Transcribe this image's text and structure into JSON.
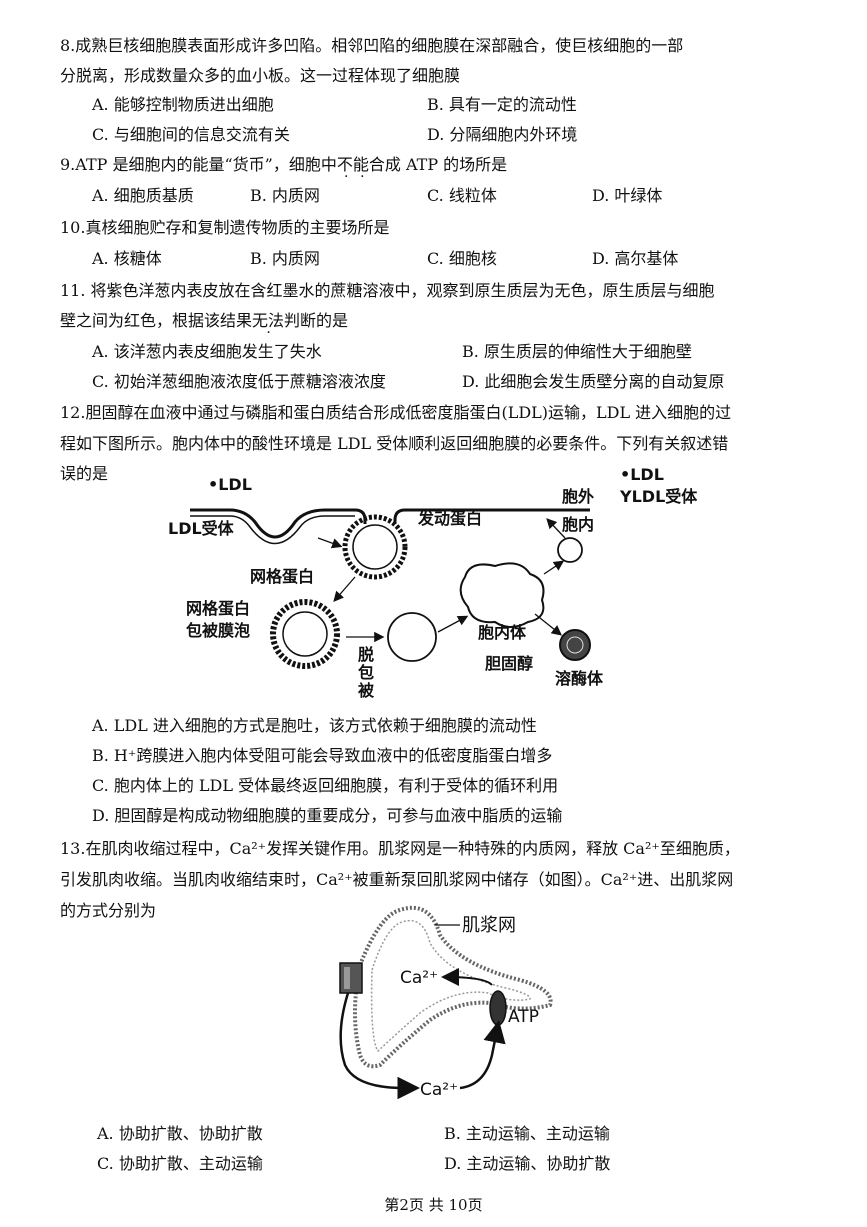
{
  "q8": {
    "stem1": "8.成熟巨核细胞膜表面形成许多凹陷。相邻凹陷的细胞膜在深部融合，使巨核细胞的一部",
    "stem2": "分脱离，形成数量众多的血小板。这一过程体现了细胞膜",
    "A": "A. 能够控制物质进出细胞",
    "B": "B. 具有一定的流动性",
    "C": "C. 与细胞间的信息交流有关",
    "D": "D. 分隔细胞内外环境"
  },
  "q9": {
    "stem_pre": "9.ATP 是细胞内的能量“货币”，细胞中",
    "stem_emph1": "不",
    "stem_emph2": "能",
    "stem_post": "合成 ATP 的场所是",
    "A": "A. 细胞质基质",
    "B": "B. 内质网",
    "C": "C. 线粒体",
    "D": "D. 叶绿体"
  },
  "q10": {
    "stem": "10.真核细胞贮存和复制遗传物质的主要场所是",
    "A": "A. 核糖体",
    "B": "B. 内质网",
    "C": "C. 细胞核",
    "D": "D. 高尔基体"
  },
  "q11": {
    "stem1": "11. 将紫色洋葱内表皮放在含红墨水的蔗糖溶液中，观察到原生质层为无色，原生质层与细胞",
    "stem2_pre": "壁之间为红色，根据该结果",
    "stem2_emph": "无法",
    "stem2_post": "判断的是",
    "A": "A. 该洋葱内表皮细胞发生了失水",
    "B": "B. 原生质层的伸缩性大于细胞壁",
    "C": "C. 初始洋葱细胞液浓度低于蔗糖溶液浓度",
    "D": "D. 此细胞会发生质壁分离的自动复原"
  },
  "q12": {
    "stem1": "12.胆固醇在血液中通过与磷脂和蛋白质结合形成低密度脂蛋白(LDL)运输，LDL 进入细胞的过",
    "stem2": "程如下图所示。胞内体中的酸性环境是 LDL 受体顺利返回细胞膜的必要条件。下列有关叙述错",
    "stem3": "误的是",
    "A": "A. LDL 进入细胞的方式是胞吐，该方式依赖于细胞膜的流动性",
    "B": "B. H⁺跨膜进入胞内体受阻可能会导致血液中的低密度脂蛋白增多",
    "C": "C. 胞内体上的 LDL 受体最终返回细胞膜，有利于受体的循环利用",
    "D": "D. 胆固醇是构成动物细胞膜的重要成分，可参与血液中脂质的运输",
    "figure": {
      "ldl_marker": "•LDL",
      "ldl_receptor_label": "LDL受体",
      "motor_protein": "发动蛋白",
      "outside": "胞外",
      "inside": "胞内",
      "clathrin": "网格蛋白",
      "coated_vesicle_1": "网格蛋白",
      "coated_vesicle_2": "包被膜泡",
      "uncoat_1": "脱",
      "uncoat_2": "包",
      "uncoat_3": "被",
      "endosome": "胞内体",
      "cholesterol": "胆固醇",
      "lysosome": "溶酶体",
      "legend_ldl": "•LDL",
      "legend_receptor": "LDL受体"
    }
  },
  "q13": {
    "stem1": "13.在肌肉收缩过程中，Ca²⁺发挥关键作用。肌浆网是一种特殊的内质网，释放 Ca²⁺至细胞质，",
    "stem2": "引发肌肉收缩。当肌肉收缩结束时，Ca²⁺被重新泵回肌浆网中储存（如图）。Ca²⁺进、出肌浆网",
    "stem3": "的方式分别为",
    "A": "A. 协助扩散、协助扩散",
    "B": "B. 主动运输、主动运输",
    "C": "C. 协助扩散、主动运输",
    "D": "D. 主动运输、协助扩散",
    "figure": {
      "sr_label": "肌浆网",
      "ca_inside": "Ca²⁺",
      "atp": "ATP",
      "ca_outside": "Ca²⁺"
    }
  },
  "footer": "第2页   共 10页"
}
